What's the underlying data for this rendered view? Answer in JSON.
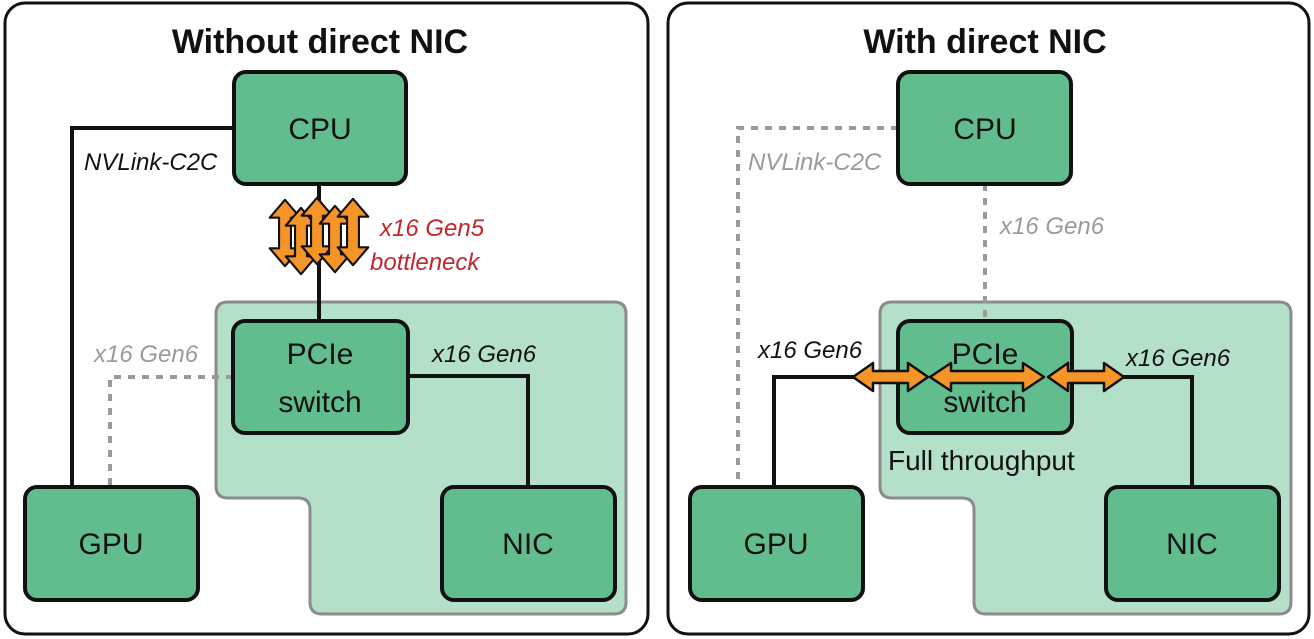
{
  "colors": {
    "box_fill": "#62bd8e",
    "region_fill": "#b4dfc8",
    "region_stroke": "#8b8b8b",
    "outline": "#111111",
    "dashed_link": "#9a9a9a",
    "arrow_fill": "#f59427",
    "bottleneck_text": "#c0282d"
  },
  "left_panel": {
    "title": "Without direct NIC",
    "cpu": "CPU",
    "pcie_line1": "PCIe",
    "pcie_line2": "switch",
    "gpu": "GPU",
    "nic": "NIC",
    "nvlink_label": "NVLink-C2C",
    "gpu_pcie_label": "x16 Gen6",
    "pcie_nic_label": "x16 Gen6",
    "bottleneck_line1": "x16 Gen5",
    "bottleneck_line2": "bottleneck"
  },
  "right_panel": {
    "title": "With direct NIC",
    "cpu": "CPU",
    "pcie_line1": "PCIe",
    "pcie_line2": "switch",
    "gpu": "GPU",
    "nic": "NIC",
    "nvlink_label": "NVLink-C2C",
    "cpu_pcie_label": "x16 Gen6",
    "gpu_link_label": "x16 Gen6",
    "nic_link_label": "x16 Gen6",
    "throughput_label": "Full throughput"
  }
}
